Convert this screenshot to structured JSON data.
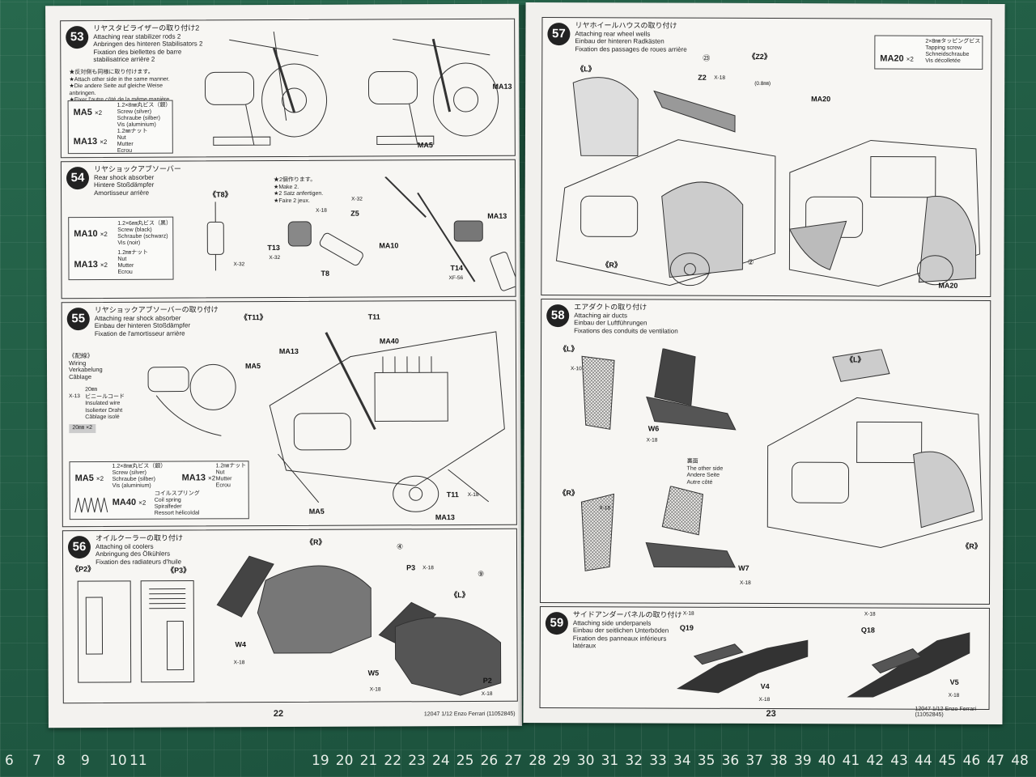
{
  "left_page": {
    "page_number": "22",
    "footer": "12047  1/12 Enzo Ferrari (11052845)",
    "step53": {
      "number": "53",
      "title_jp": "リヤスタビライザーの取り付け2",
      "title_en": "Attaching rear stabilizer rods 2",
      "title_de": "Anbringen des hinteren Stabilisators 2",
      "title_fr": "Fixation des biellettes de barre",
      "title_fr2": "stabilisatrice arrière 2",
      "note_jp": "★反対側も同様に取り付けます。",
      "note_en": "★Attach other side in the same manner.",
      "note_de": "★Die andere Seite auf gleiche Weise anbringen.",
      "note_fr": "★Fixer l'autre côté de la même manière.",
      "parts": [
        {
          "code": "MA5",
          "qty": "×2",
          "size": "1.2×8㎜丸ビス（銀）",
          "en": "Screw (silver)",
          "de": "Schraube (silber)",
          "fr": "Vis (aluminium)"
        },
        {
          "code": "MA13",
          "qty": "×2",
          "size": "1.2㎜ナット",
          "en": "Nut",
          "de": "Mutter",
          "fr": "Ecrou"
        }
      ],
      "labels": {
        "ma13": "MA13",
        "ma5": "MA5"
      }
    },
    "step54": {
      "number": "54",
      "title_jp": "リヤショックアブソーバー",
      "title_en": "Rear shock absorber",
      "title_de": "Hintere Stoßdämpfer",
      "title_fr": "Amortisseur arrière",
      "parts": [
        {
          "code": "MA10",
          "qty": "×2",
          "size": "1.2×6㎜丸ビス（黒）",
          "en": "Screw (black)",
          "de": "Schraube (schwarz)",
          "fr": "Vis (noir)"
        },
        {
          "code": "MA13",
          "qty": "×2",
          "size": "1.2㎜ナット",
          "en": "Nut",
          "de": "Mutter",
          "fr": "Ecrou"
        }
      ],
      "note": [
        "★2個作ります。",
        "★Make 2.",
        "★2 Satz anfertigen.",
        "★Faire 2 jeux."
      ],
      "labels": {
        "t8a": "《T8》",
        "t13": "T13",
        "x32a": "X-32",
        "x32b": "X-32",
        "x32c": "X-32",
        "x18": "X-18",
        "z5": "Z5",
        "t8b": "T8",
        "ma10": "MA10",
        "ma13": "MA13",
        "t14": "T14",
        "xf56": "XF-56"
      }
    },
    "step55": {
      "number": "55",
      "title_jp": "リヤショックアブソーバーの取り付け",
      "title_en": "Attaching rear shock absorber",
      "title_de": "Einbau der hinteren Stoßdämpfer",
      "title_fr": "Fixation de l'amortisseur arrière",
      "wiring": [
        "《配線》",
        "Wiring",
        "Verkabelung",
        "Câblage"
      ],
      "wire_note": [
        "20㎜",
        "ビニールコード",
        "Insulated wire",
        "Isolierter Draht",
        "Câblage isolé"
      ],
      "wire_qty": "20㎜ ×2",
      "parts": [
        {
          "code": "MA5",
          "qty": "×2",
          "size": "1.2×8㎜丸ビス（銀）",
          "en": "Screw (silver)",
          "de": "Schraube (silber)",
          "fr": "Vis (aluminium)"
        },
        {
          "code": "MA13",
          "qty": "×2",
          "size": "1.2㎜ナット",
          "en": "Nut",
          "de": "Mutter",
          "fr": "Ecrou"
        },
        {
          "code": "MA40",
          "qty": "×2",
          "size": "コイルスプリング",
          "en": "Coil spring",
          "de": "Spiralfeder",
          "fr": "Ressort hélicoïdal"
        }
      ],
      "labels": {
        "t11a": "《T11》",
        "t11b": "T11",
        "t11c": "T11",
        "ma40": "MA40",
        "ma13a": "MA13",
        "ma5a": "MA5",
        "ma5b": "MA5",
        "ma13b": "MA13",
        "x18": "X-18",
        "x13": "X-13"
      }
    },
    "step56": {
      "number": "56",
      "title_jp": "オイルクーラーの取り付け",
      "title_en": "Attaching oil coolers",
      "title_de": "Anbringung des Ölkühlers",
      "title_fr": "Fixation des radiateurs d'huile",
      "labels": {
        "p2a": "《P2》",
        "p3a": "《P3》",
        "r": "《R》",
        "l": "《L》",
        "p3": "P3",
        "p2": "P2",
        "w4": "W4",
        "w5": "W5",
        "x18a": "X-18",
        "x18b": "X-18",
        "x18c": "X-18",
        "x18d": "X-18",
        "c4": "④",
        "c9": "⑨"
      }
    }
  },
  "right_page": {
    "page_number": "23",
    "footer": "12047  1/12 Enzo Ferrari (11052845)",
    "step57": {
      "number": "57",
      "title_jp": "リヤホイールハウスの取り付け",
      "title_en": "Attaching rear wheel wells",
      "title_de": "Einbau der hinteren Radkästen",
      "title_fr": "Fixation des passages de roues arrière",
      "part": {
        "code": "MA20",
        "qty": "×2",
        "size": "2×8㎜タッピングビス",
        "en": "Tapping screw",
        "de": "Schneidschraube",
        "fr": "Vis décolletée"
      },
      "labels": {
        "l": "《L》",
        "r": "《R》",
        "z2a": "《Z2》",
        "z2": "Z2",
        "x18": "X-18",
        "c23": "㉓",
        "ma20a": "MA20",
        "ma20b": "MA20",
        "dim": "(0.8㎜)",
        "c2": "②"
      }
    },
    "step58": {
      "number": "58",
      "title_jp": "エアダクトの取り付け",
      "title_en": "Attaching air ducts",
      "title_de": "Einbau der Luftführungen",
      "title_fr": "Fixations des conduits de ventilation",
      "other_side": [
        "裏面",
        "The other side",
        "Andere Seite",
        "Autre côté"
      ],
      "labels": {
        "l1": "《L》",
        "l2": "《L》",
        "r1": "《R》",
        "r2": "《R》",
        "w6": "W6",
        "w7": "W7",
        "x18a": "X-18",
        "x18b": "X-18",
        "x18c": "X-18",
        "x10": "X-10"
      }
    },
    "step59": {
      "number": "59",
      "title_jp": "サイドアンダーパネルの取り付け",
      "title_en": "Attaching side underpanels",
      "title_de": "Einbau der seitlichen Unterböden",
      "title_fr": "Fixation des panneaux inférieurs",
      "title_fr2": "latéraux",
      "labels": {
        "q19": "Q19",
        "q18": "Q18",
        "v4": "V4",
        "v5": "V5",
        "x18a": "X-18",
        "x18b": "X-18",
        "x18c": "X-18",
        "x18d": "X-18"
      }
    }
  },
  "ruler_numbers": [
    "6",
    "7",
    "8",
    "9",
    "10",
    "11",
    "19",
    "20",
    "21",
    "22",
    "23",
    "24",
    "25",
    "26",
    "27",
    "28",
    "29",
    "30",
    "31",
    "32",
    "33",
    "34",
    "35",
    "36",
    "37",
    "38",
    "39",
    "40",
    "41",
    "42",
    "43",
    "44",
    "45",
    "46",
    "47",
    "48"
  ]
}
